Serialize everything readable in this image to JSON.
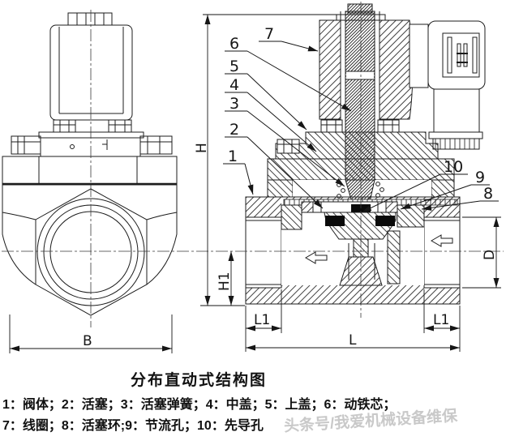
{
  "title": "分布直动式结构图",
  "legend": {
    "line1": "1：阀体；2：活塞；3：活塞弹簧；4：中盖；5：上盖；6：动铁芯；",
    "line2": "7：线圈；8：活塞环;9：节流孔；10：先导孔"
  },
  "watermark": "头条号/我爱机械设备维保",
  "parts": [
    {
      "num": "1",
      "name": "阀体"
    },
    {
      "num": "2",
      "name": "活塞"
    },
    {
      "num": "3",
      "name": "活塞弹簧"
    },
    {
      "num": "4",
      "name": "中盖"
    },
    {
      "num": "5",
      "name": "上盖"
    },
    {
      "num": "6",
      "name": "动铁芯"
    },
    {
      "num": "7",
      "name": "线圈"
    },
    {
      "num": "8",
      "name": "活塞环"
    },
    {
      "num": "9",
      "name": "节流孔"
    },
    {
      "num": "10",
      "name": "先导孔"
    }
  ],
  "callouts": {
    "c1": "1",
    "c2": "2",
    "c3": "3",
    "c4": "4",
    "c5": "5",
    "c6": "6",
    "c7": "7",
    "c8": "8",
    "c9": "9",
    "c10": "10"
  },
  "dimensions": {
    "h": "H",
    "h1": "H1",
    "b": "B",
    "l": "L",
    "l1_left": "L1",
    "l1_right": "L1",
    "d": "D"
  },
  "colors": {
    "line": "#1c1c1c",
    "background": "#ffffff",
    "seal": "#0a0a0a",
    "watermark": "#c9c9c9"
  }
}
